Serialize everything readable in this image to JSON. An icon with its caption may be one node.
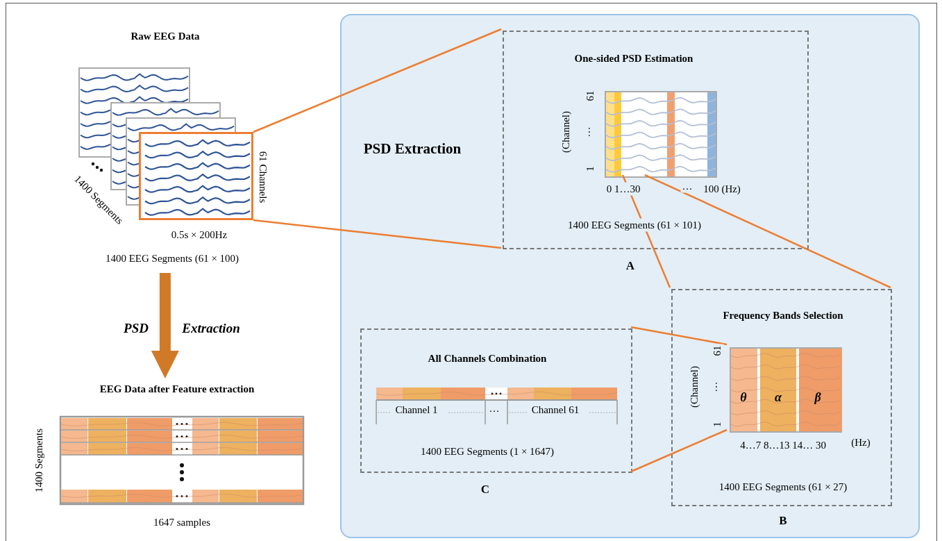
{
  "diagram": {
    "nodes": [
      {
        "text": [
          "Raw EEG Data",
          "1400 EEG Segments (61 × 100)"
        ]
      },
      {
        "text": [],
        "shape": "picture",
        "in": 0,
        "beside": [
          "61 Channels",
          "0.5s × 200Hz"
        ]
      },
      {
        "text": [
          "EEG Data after Feature extraction",
          "1647 samples"
        ]
      },
      {
        "text": [
          "PSD Extraction"
        ]
      },
      {
        "text": [
          "One-sided PSD Estimation",
          "1400 EEG Segments (61 × 101)"
        ],
        "in": 3,
        "beside": [
          "A"
        ]
      },
      {
        "text": [],
        "shape": "picture",
        "in": 4
      },
      {
        "text": [
          "Frequency Bands Selection",
          "1400 EEG Segments (61 × 27)"
        ],
        "in": 3,
        "beside": [
          "B"
        ]
      },
      {
        "text": [
          "θ",
          "α",
          "β"
        ],
        "in": 6
      },
      {
        "text": [
          "All Channels Combination",
          "1400 EEG Segments (1 × 1647)"
        ],
        "in": 3,
        "beside": [
          "C"
        ]
      }
    ],
    "edges": [
      {
        "from": 0,
        "to": 2,
        "arrow": "to",
        "style": "thick",
        "color": "#d07a28"
      },
      {
        "from": 1,
        "to": 4,
        "arrow": "none"
      },
      {
        "from": 1,
        "to": 4,
        "arrow": "none"
      },
      {
        "from": 5,
        "to": 6,
        "arrow": "none"
      },
      {
        "from": 5,
        "to": 6,
        "arrow": "none"
      },
      {
        "from": 7,
        "to": 8,
        "arrow": "none"
      },
      {
        "from": 7,
        "to": 8,
        "arrow": "none"
      }
    ],
    "labels": [
      "1400 Segments",
      "PSD",
      "Extraction",
      "1400 Segments",
      "(Channel)",
      "61",
      "…",
      "1",
      "0 1…30",
      "…",
      "100 (Hz)",
      "Channel 1",
      "…",
      "Channel 61",
      "(Channel)",
      "61",
      "…",
      "1",
      "4…7 8…13 14… 30",
      "(Hz)"
    ]
  }
}
